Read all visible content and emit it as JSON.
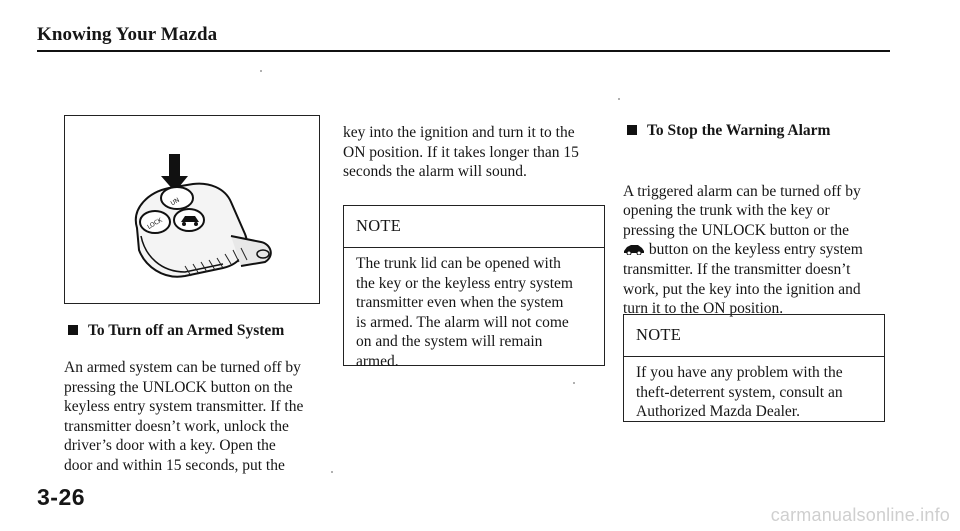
{
  "header": {
    "title": "Knowing Your Mazda"
  },
  "figure": {
    "alt_labels": [
      "LOCK",
      "UNLOCK"
    ]
  },
  "left_section": {
    "heading": "To Turn off an Armed System",
    "body": "An armed system can be turned off by\npressing the UNLOCK button on the\nkeyless entry system transmitter. If the\ntransmitter doesn’t work, unlock the\ndriver’s door with a key. Open the\ndoor and within 15 seconds, put the"
  },
  "middle_section": {
    "body": "key into the ignition and turn it to the\nON position. If it takes longer than 15\nseconds the alarm will sound.",
    "note": {
      "title": "NOTE",
      "body": "The trunk lid can be opened with\nthe key or the keyless entry system\ntransmitter even when the system\nis armed. The alarm will not come\non and the system will remain\narmed."
    }
  },
  "right_section": {
    "heading": "To Stop the Warning Alarm",
    "body_line1": "A triggered alarm can be turned off by\nopening the trunk with the key or\npressing the UNLOCK button or the",
    "body_line2": " button on the keyless entry system",
    "body_rest": "transmitter. If the transmitter doesn’t\nwork, put the key into the ignition and\nturn it to the ON position.",
    "note": {
      "title": "NOTE",
      "body": "If you have any problem with the\ntheft-deterrent system, consult an\nAuthorized Mazda Dealer."
    }
  },
  "footer": {
    "page_number": "3-26",
    "watermark": "carmanualsonline.info"
  }
}
